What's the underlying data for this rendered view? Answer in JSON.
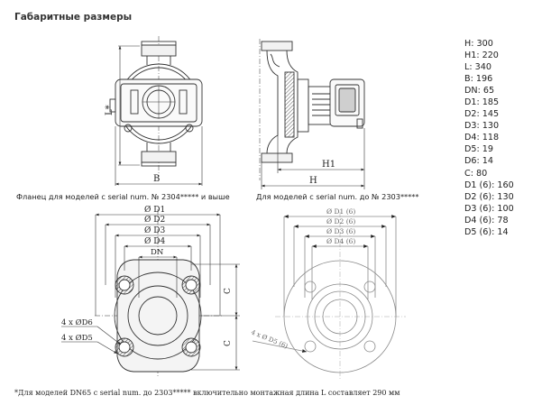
{
  "title": "Габаритные размеры",
  "specs": [
    "H: 300",
    "H1: 220",
    "L: 340",
    "B: 196",
    "DN: 65",
    "D1: 185",
    "D2: 145",
    "D3: 130",
    "D4: 118",
    "D5: 19",
    "D6: 14",
    "C: 80",
    "D1 (6): 160",
    "D2 (6): 130",
    "D3 (6): 100",
    "D4 (6): 78",
    "D5 (6): 14"
  ],
  "captions": {
    "flange_new": "Фланец для моделей с serial num. № 2304***** и выше",
    "flange_old": "Для моделей с serial num. до № 2303*****"
  },
  "footnote": "*Для моделей DN65 с serial num. до 2303***** включительно монтажная длина L составляет 290 мм",
  "drawing_labels": {
    "L": "L*",
    "B": "B",
    "H1": "H1",
    "H": "H",
    "D1": "Ø D1",
    "D2": "Ø D2",
    "D3": "Ø D3",
    "D4": "Ø D4",
    "DN": "DN",
    "C_top": "C",
    "C_bottom": "C",
    "D6_holes": "4 x ØD6",
    "D5_holes": "4 x ØD5",
    "D1_6": "Ø D1 (6)",
    "D2_6": "Ø D2 (6)",
    "D3_6": "Ø D3 (6)",
    "D4_6": "Ø D4 (6)",
    "D5_6_holes": "4 x Ø D5 (6)"
  }
}
